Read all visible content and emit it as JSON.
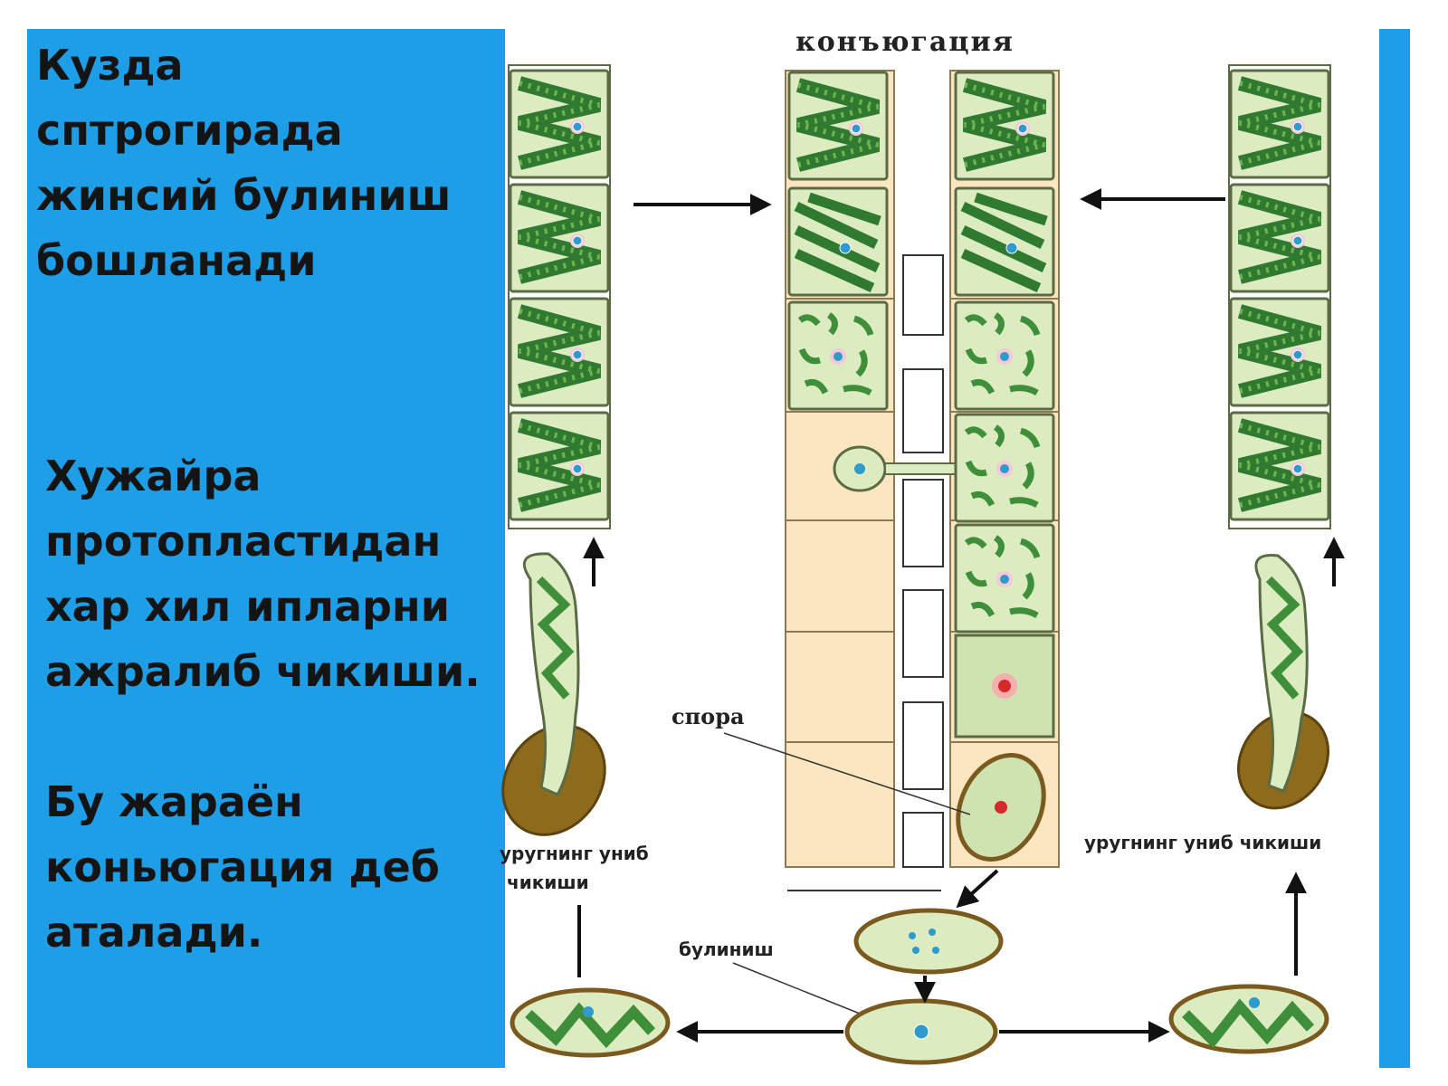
{
  "panel": {
    "heading_lines": [
      "Кузда",
      "сптрогирада",
      "жинсий булиниш",
      "бошланади"
    ],
    "paragraph1_lines": [
      "Хужайра",
      "протопластидан",
      "хар хил ипларни",
      "ажралиб чикиши."
    ],
    "paragraph2_lines": [
      "Бу жараён",
      "коньюгация деб",
      "аталади."
    ]
  },
  "diagram": {
    "title": "конъюгация",
    "spore_label": "спора",
    "division_label": "булиниш",
    "sprout_left_lines": [
      "уругнинг униб",
      "чикиши"
    ],
    "sprout_right": "уругнинг униб чикиши"
  },
  "colors": {
    "panel_blue": "#1e9ee6",
    "cell_fill": "#dcecc0",
    "chloroplast": "#3f8f3a",
    "cell_wall": "#5a6b45",
    "conjugation_cell": "#fbe6bf",
    "zygote_wall": "#7a5a1f",
    "spore_shell": "#8e6a1c",
    "nucleus": "#2f9acb",
    "zygote_nucleus": "#d52a2a"
  },
  "icons": [
    "arrow-right-icon",
    "arrow-left-icon",
    "arrow-up-icon",
    "arrow-down-icon"
  ]
}
